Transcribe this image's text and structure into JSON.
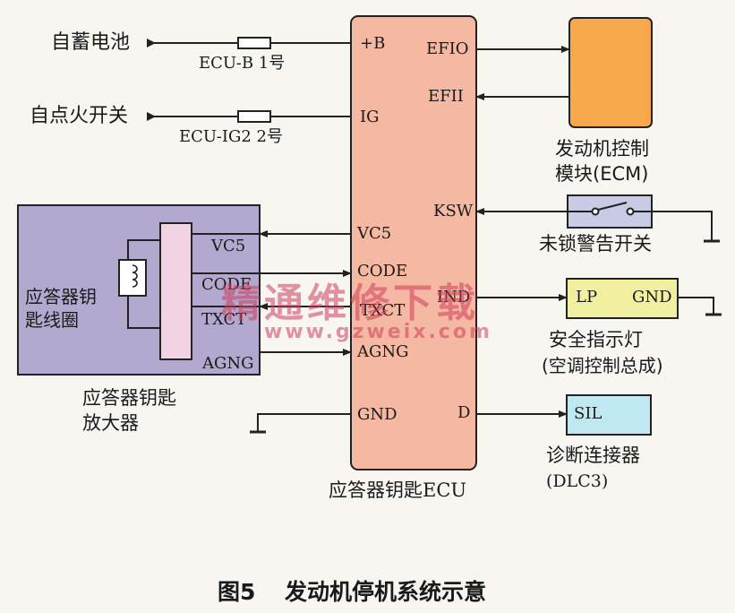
{
  "inputs": {
    "battery": "自蓄电池",
    "ignition": "自点火开关",
    "fuse_ecu_b": "ECU-B 1号",
    "fuse_ecu_ig2": "ECU-IG2 2号"
  },
  "ecu": {
    "name": "应答器钥匙ECU",
    "pins": {
      "b": "+B",
      "ig": "IG",
      "vc5": "VC5",
      "code": "CODE",
      "txct": "TXCT",
      "agng": "AGNG",
      "gnd": "GND",
      "efio": "EFIO",
      "efii": "EFII",
      "ksw": "KSW",
      "ind": "IND",
      "d": "D"
    }
  },
  "amplifier": {
    "name": "应答器钥匙放大器",
    "coil_label": "应答器钥匙线圈",
    "pins": {
      "vc5": "VC5",
      "code": "CODE",
      "txct": "TXCT",
      "agng": "AGNG"
    }
  },
  "ecm": {
    "label": "发动机控制模块(ECM)"
  },
  "unlock_switch": {
    "label": "未锁警告开关"
  },
  "indicator": {
    "lp": "LP",
    "gnd": "GND",
    "label_line1": "安全指示灯",
    "label_line2": "(空调控制总成)"
  },
  "dlc": {
    "sil": "SIL",
    "label_line1": "诊断连接器",
    "label_line2": "(DLC3)"
  },
  "watermark": {
    "brand": "精通维修下载",
    "url": "www.gzweix.com"
  },
  "caption": {
    "figure": "图5",
    "title": "发动机停机系统示意"
  },
  "colors": {
    "ecu_fill": "#f5b8a3",
    "ecm_fill": "#f7a84a",
    "amp_fill": "#b3a8cf",
    "coil_fill": "#ffffff",
    "switch_fill": "#c9cbe6",
    "indicator_fill": "#f1f0a0",
    "dlc_fill": "#bfe8f0",
    "watermark": "#cd3c5a"
  }
}
